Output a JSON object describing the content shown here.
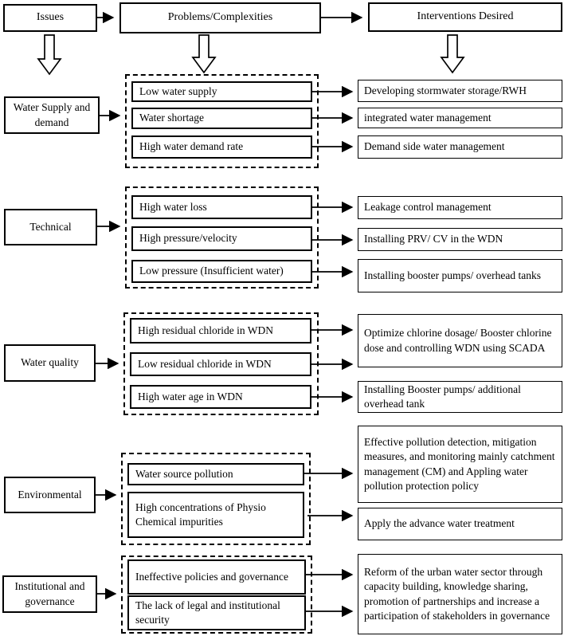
{
  "headers": {
    "issues": "Issues",
    "problems": "Problems/Complexities",
    "interventions": "Interventions Desired"
  },
  "sections": [
    {
      "category": "Water Supply and demand",
      "problems": [
        "Low water supply",
        "Water shortage",
        "High water demand rate"
      ],
      "interventions": [
        "Developing stormwater storage/RWH",
        "integrated water management",
        "Demand side water management"
      ]
    },
    {
      "category": "Technical",
      "problems": [
        "High water loss",
        "High pressure/velocity",
        "Low pressure (Insufficient water)"
      ],
      "interventions": [
        "Leakage control management",
        "Installing PRV/ CV in the WDN",
        "Installing booster pumps/ overhead tanks"
      ]
    },
    {
      "category": "Water quality",
      "problems": [
        "High residual chloride in WDN",
        "Low residual chloride in WDN",
        "High water age in WDN"
      ],
      "interventions": [
        "Optimize chlorine dosage/ Booster chlorine dose and controlling WDN using SCADA",
        "Installing Booster pumps/ additional overhead tank"
      ]
    },
    {
      "category": "Environmental",
      "problems": [
        "Water source pollution",
        "High concentrations of Physio Chemical impurities"
      ],
      "interventions": [
        "Effective pollution detection, mitigation measures, and monitoring mainly catchment management (CM) and Appling water pollution protection policy",
        "Apply the advance water treatment"
      ]
    },
    {
      "category": "Institutional and governance",
      "problems": [
        "Ineffective policies and governance",
        "The lack of legal and institutional security"
      ],
      "interventions": [
        "Reform of the urban water sector through capacity building, knowledge sharing, promotion of partnerships and increase a participation of stakeholders in governance"
      ]
    }
  ],
  "colors": {
    "line": "#000000",
    "background": "#ffffff",
    "text": "#000000"
  }
}
